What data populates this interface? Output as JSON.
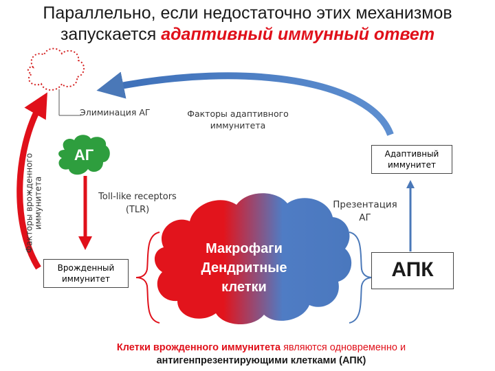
{
  "title": {
    "line1": "Параллельно, если недостаточно этих механизмов",
    "line2_prefix": "запускается ",
    "line2_emphasis": "адаптивный иммунный ответ"
  },
  "antigen_top": "АГ",
  "antigen_mid": "АГ",
  "elimination_label": "Элиминация АГ",
  "adaptive_factors_label": "Факторы адаптивного иммунитета",
  "innate_factors_label": "Факторы врожденного иммунитета",
  "tlr_label": "Toll-like receptors (TLR)",
  "innate_immunity_box": "Врожденный иммунитет",
  "adaptive_immunity_box": "Адаптивный иммунитет",
  "presentation_label": "Презентация АГ",
  "cloud_text": {
    "line1": "Макрофаги",
    "line2": "Дендритные",
    "line3": "клетки"
  },
  "apk_box": "АПК",
  "footer": {
    "part1": "Клетки врожденного иммунитета",
    "part2": " являются одновременно и",
    "part3": "антигенпрезентирующими клетками (АПК)"
  },
  "colors": {
    "red": "#e0101a",
    "blue": "#4a78b8",
    "green": "#2e9e3e"
  }
}
